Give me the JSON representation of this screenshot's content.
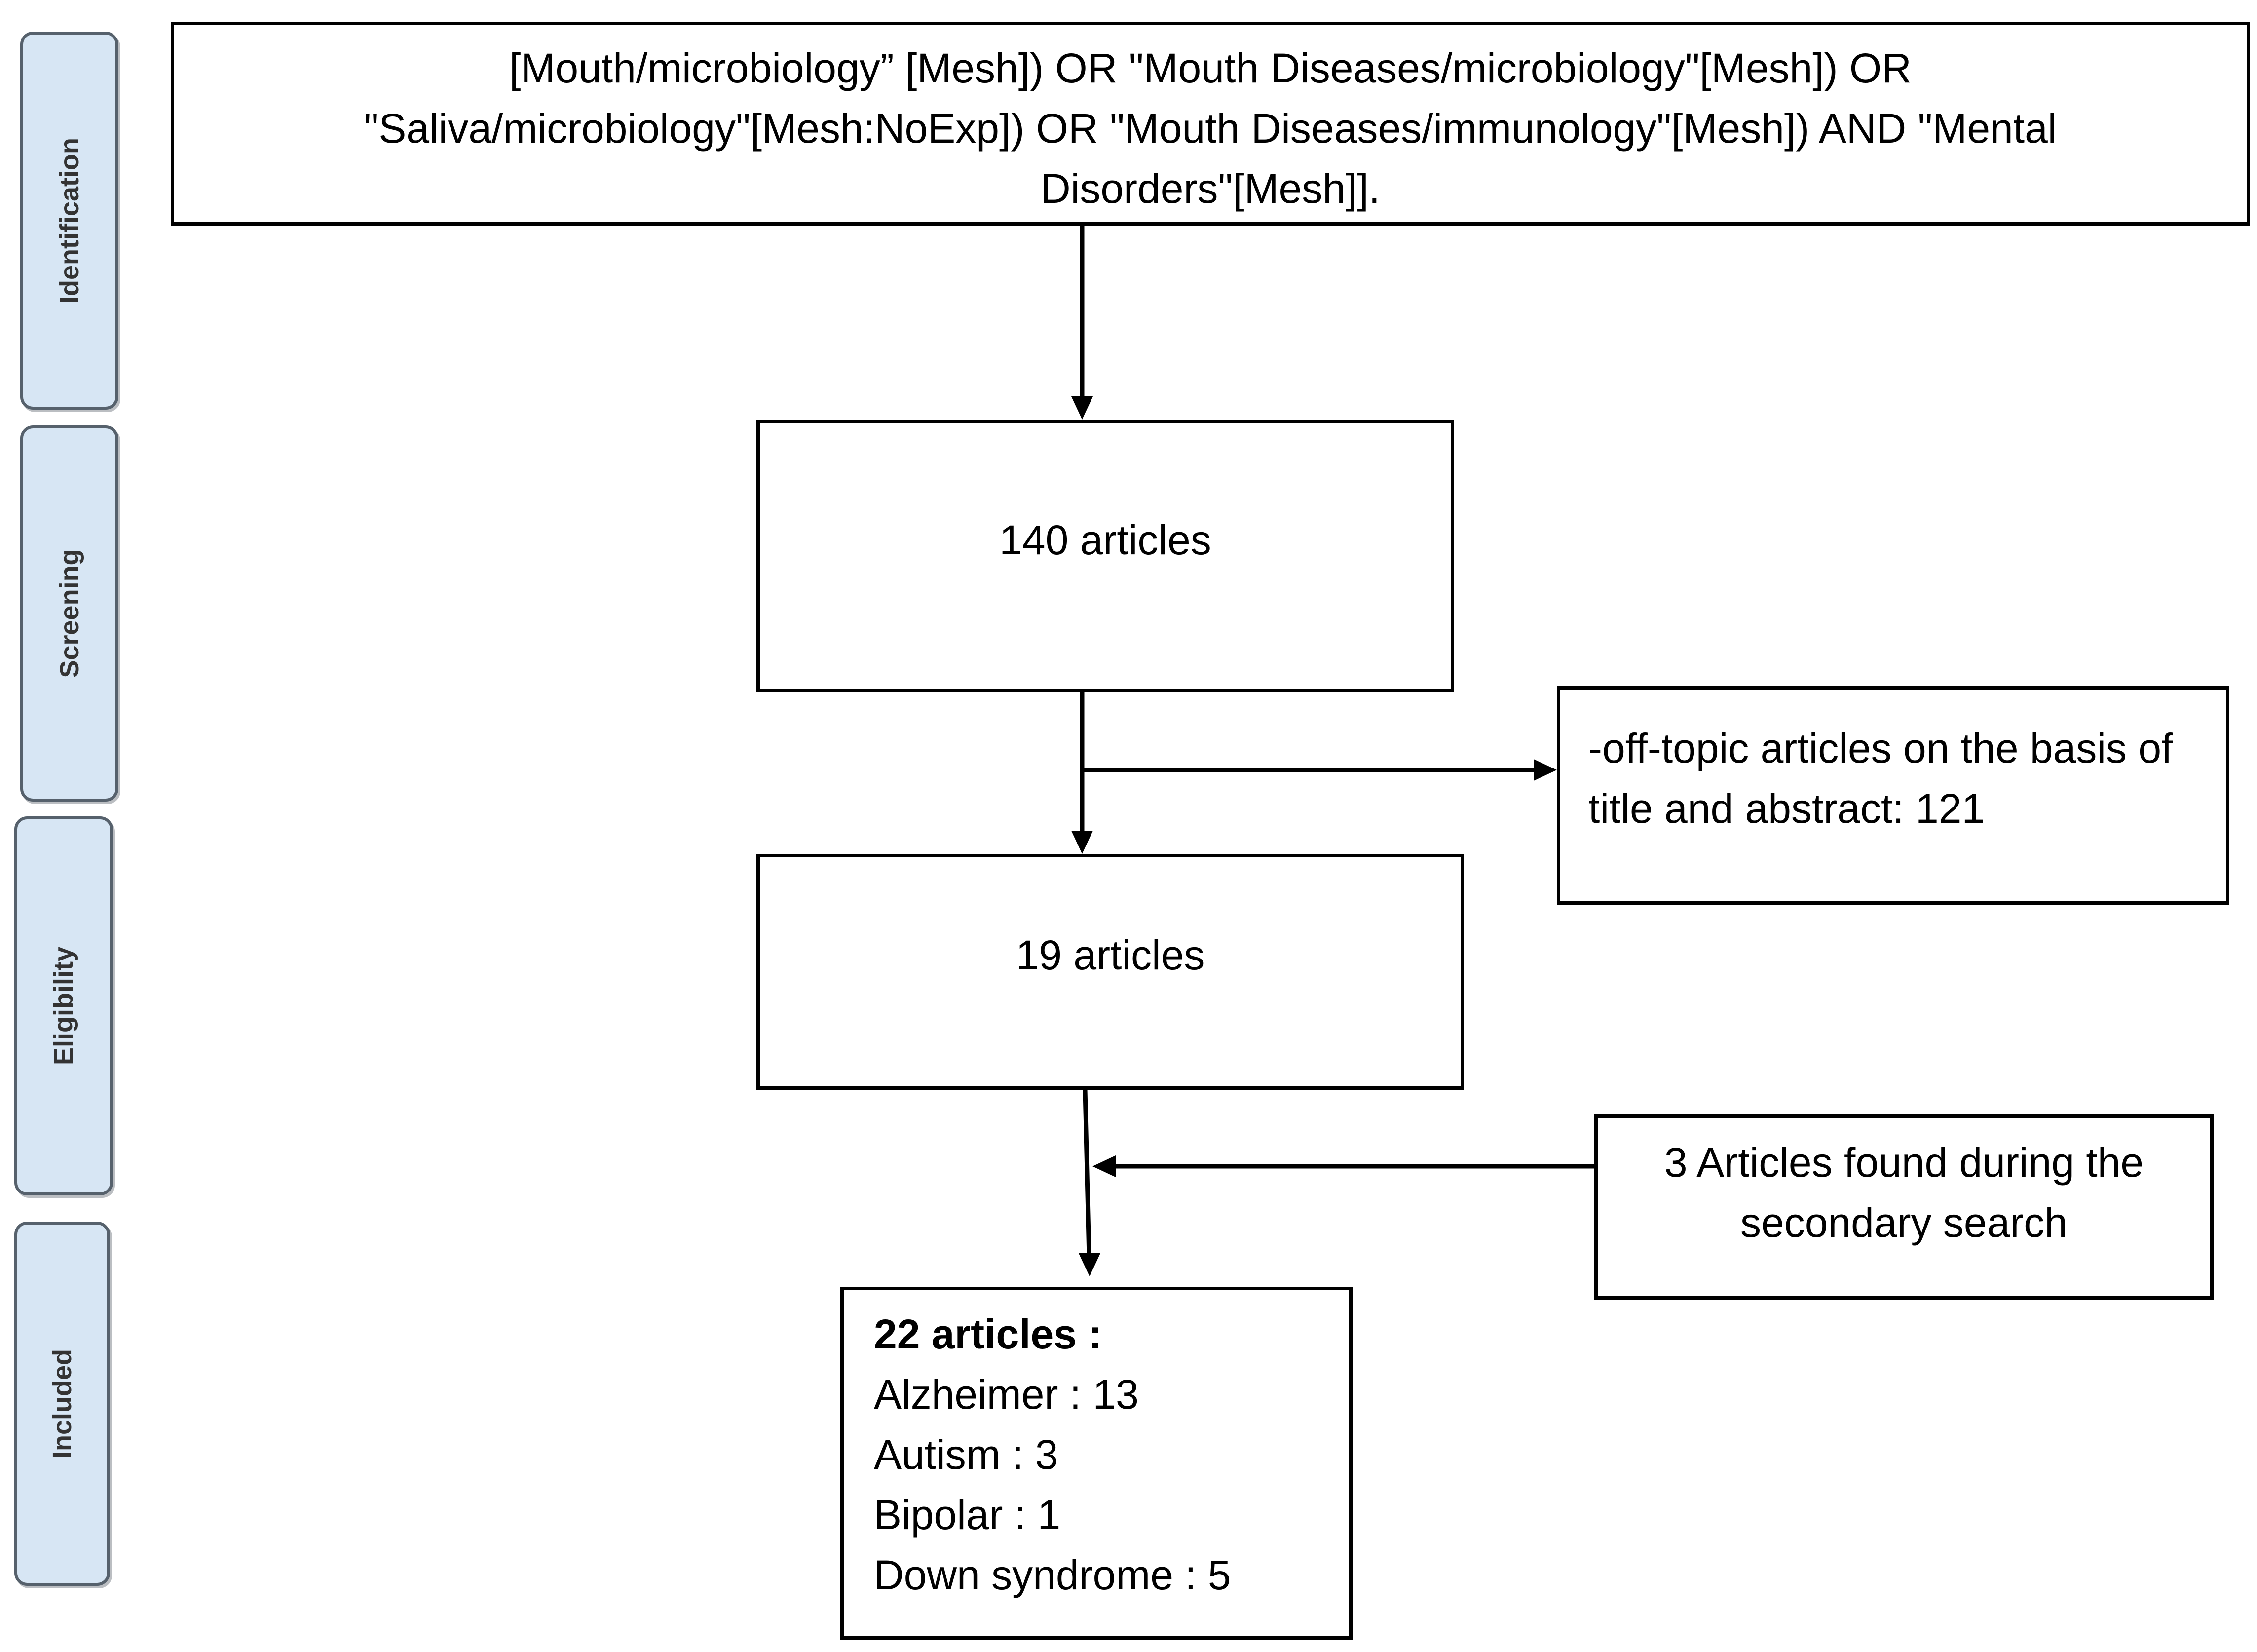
{
  "phases": {
    "identification": "Identification",
    "screening": "Screening",
    "eligibility": "Eligibility",
    "included": "Included"
  },
  "search_query": {
    "lines": [
      "[Mouth/microbiology” [Mesh]) OR \"Mouth Diseases/microbiology\"[Mesh]) OR",
      "\"Saliva/microbiology\"[Mesh:NoExp]) OR \"Mouth Diseases/immunology\"[Mesh]) AND \"Mental",
      "Disorders\"[Mesh]]."
    ]
  },
  "screening_box": {
    "text": "140 articles"
  },
  "excluded_box": {
    "lines": [
      "-off-topic articles on the basis of",
      "title and abstract: 121"
    ]
  },
  "eligibility_box": {
    "text": "19 articles"
  },
  "secondary_search_box": {
    "lines": [
      "3 Articles found during the",
      "secondary search"
    ]
  },
  "included_box": {
    "title": "22 articles :",
    "items": [
      "Alzheimer : 13",
      "Autism : 3",
      "Bipolar : 1",
      "Down syndrome : 5"
    ]
  },
  "colors": {
    "phase_fill": "#d7e6f4",
    "phase_border": "#56616c",
    "box_border": "#000000",
    "arrow": "#000000"
  }
}
